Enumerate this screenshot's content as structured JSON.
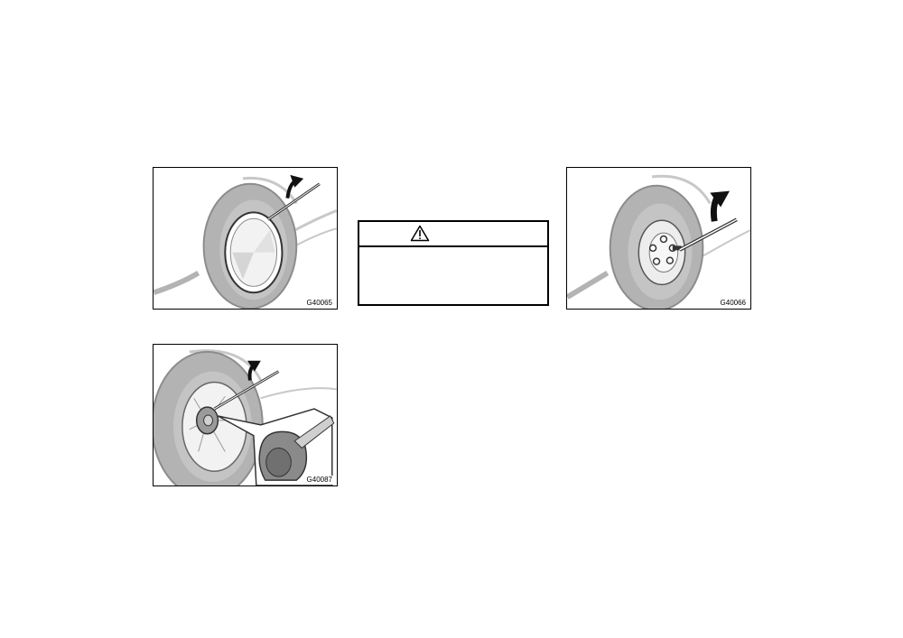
{
  "figures": [
    {
      "id": "fig1",
      "code": "G40065",
      "icon": "wheel-cover-removal-illustration"
    },
    {
      "id": "fig2",
      "code": "G40066",
      "icon": "lug-nut-loosening-illustration"
    },
    {
      "id": "fig3",
      "code": "G40087",
      "icon": "hub-cap-removal-illustration"
    }
  ],
  "caution": {
    "icon": "warning-triangle-icon"
  },
  "colors": {
    "tire": "#b3b3b3",
    "tire_dark": "#8c8c8c",
    "outline": "#333333",
    "rim": "#e8e8e8",
    "shade": "#cfcfcf"
  }
}
